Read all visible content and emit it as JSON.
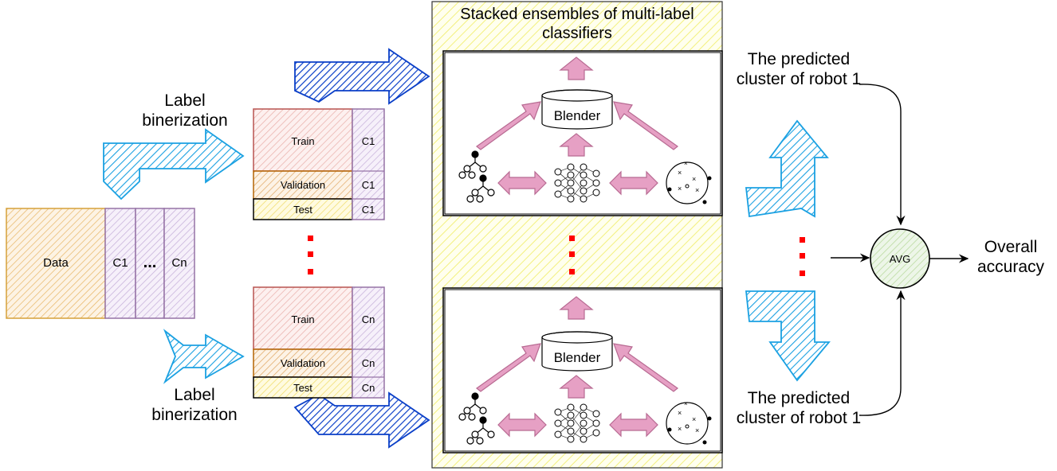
{
  "diagram": {
    "title": "Stacked ensembles of multi-label classifiers",
    "data_block": {
      "data_label": "Data",
      "c1_label": "C1",
      "ellipsis": "...",
      "cn_label": "Cn"
    },
    "top_arrow_label": "Label binerization",
    "bottom_arrow_label": "Label binerization",
    "split_top": {
      "train": "Train",
      "validation": "Validation",
      "test": "Test",
      "class_label": "C1"
    },
    "split_bottom": {
      "train": "Train",
      "validation": "Validation",
      "test": "Test",
      "class_label": "Cn"
    },
    "ensemble_top": {
      "blender_label": "Blender"
    },
    "ensemble_bottom": {
      "blender_label": "Blender"
    },
    "prediction_top": "The predicted cluster of robot 1",
    "prediction_bottom": "The predicted cluster of robot 1",
    "avg_label": "AVG",
    "output_label": "Overall accuracy",
    "colors": {
      "data": "#d6a13a",
      "class_col": "#9673a6",
      "train": "#b85450",
      "validation": "#b46504",
      "test": "#d6b656",
      "ensemble_bg": "#ffff88",
      "arrow_light": "#1ba1e2",
      "arrow_dark": "#0050ef",
      "pink_arrow": "#e6a0c4",
      "dots": "#ff0000",
      "avg": "#d5e8d4"
    }
  }
}
